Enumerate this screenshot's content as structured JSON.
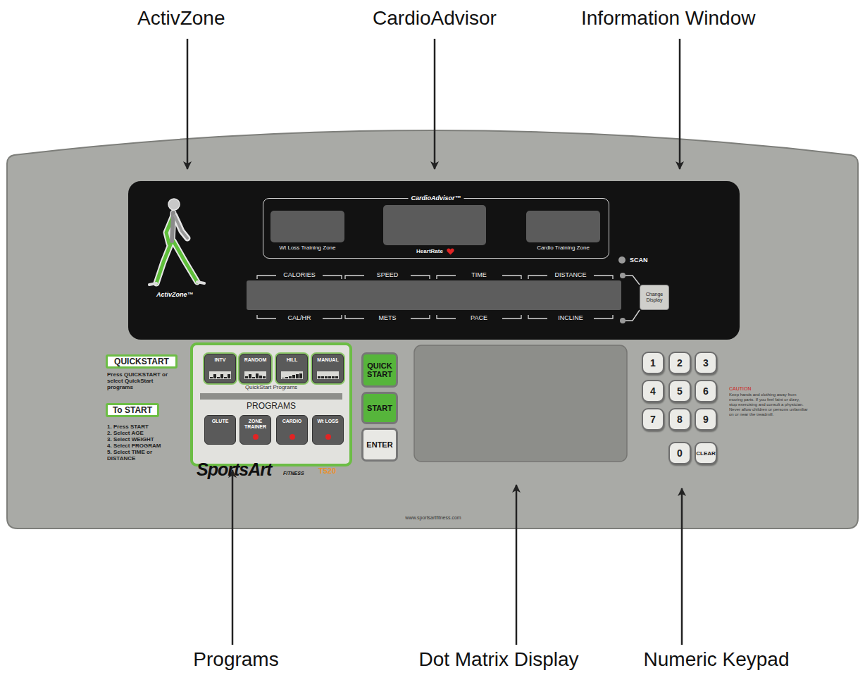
{
  "diagram": {
    "nodes": [
      {
        "text": [
          "CardioAdvisor™"
        ]
      },
      {
        "text": [
          "Wt Loss Training Zone"
        ],
        "in": 0
      },
      {
        "text": [
          "HeartRate"
        ],
        "in": 0
      },
      {
        "text": [
          "Cardio Training Zone"
        ],
        "in": 0
      },
      {
        "text": [
          "CALORIES",
          "SPEED",
          "TIME",
          "DISTANCE",
          "CAL/HR",
          "METS",
          "PACE",
          "INCLINE"
        ]
      },
      {
        "text": [
          "Change Display"
        ]
      },
      {
        "text": [
          "QUICKSTART"
        ]
      },
      {
        "text": [
          "To START"
        ]
      },
      {
        "text": [
          "QuickStart Programs",
          "PROGRAMS"
        ]
      },
      {
        "text": [
          "INTV"
        ],
        "in": 8
      },
      {
        "text": [
          "RANDOM"
        ],
        "in": 8
      },
      {
        "text": [
          "HILL"
        ],
        "in": 8
      },
      {
        "text": [
          "MANUAL"
        ],
        "in": 8
      },
      {
        "text": [
          "GLUTE"
        ],
        "in": 8
      },
      {
        "text": [
          "ZONE TRAINER"
        ],
        "in": 8
      },
      {
        "text": [
          "CARDIO"
        ],
        "in": 8
      },
      {
        "text": [
          "Wt LOSS"
        ],
        "in": 8
      },
      {
        "text": [
          "QUICK START"
        ]
      },
      {
        "text": [
          "START"
        ]
      },
      {
        "text": [
          "ENTER"
        ]
      },
      {
        "text": [
          "1"
        ]
      },
      {
        "text": [
          "2"
        ]
      },
      {
        "text": [
          "3"
        ]
      },
      {
        "text": [
          "4"
        ]
      },
      {
        "text": [
          "5"
        ]
      },
      {
        "text": [
          "6"
        ]
      },
      {
        "text": [
          "7"
        ]
      },
      {
        "text": [
          "8"
        ]
      },
      {
        "text": [
          "9"
        ]
      },
      {
        "text": [
          "0"
        ]
      },
      {
        "text": [
          "CLEAR"
        ]
      }
    ],
    "labels": [
      "ActivZone",
      "CardioAdvisor",
      "Information Window",
      "ActivZone™",
      "SCAN",
      "Press QUICKSTART or select QuickStart programs",
      "1. Press START",
      "2. Select AGE",
      "3. Select WEIGHT",
      "4. Select PROGRAM",
      "5. Select TIME or DISTANCE",
      "SportsArt",
      "FITNESS",
      "T520",
      "CAUTION",
      "Keep hands and clothing away from moving parts. If you feel faint or dizzy, stop exercising and consult a physician. Never allow children or persons unfamiliar on or near the treadmill.",
      "www.sportsartfitness.com",
      "Programs",
      "Dot Matrix Display",
      "Numeric Keypad"
    ]
  }
}
